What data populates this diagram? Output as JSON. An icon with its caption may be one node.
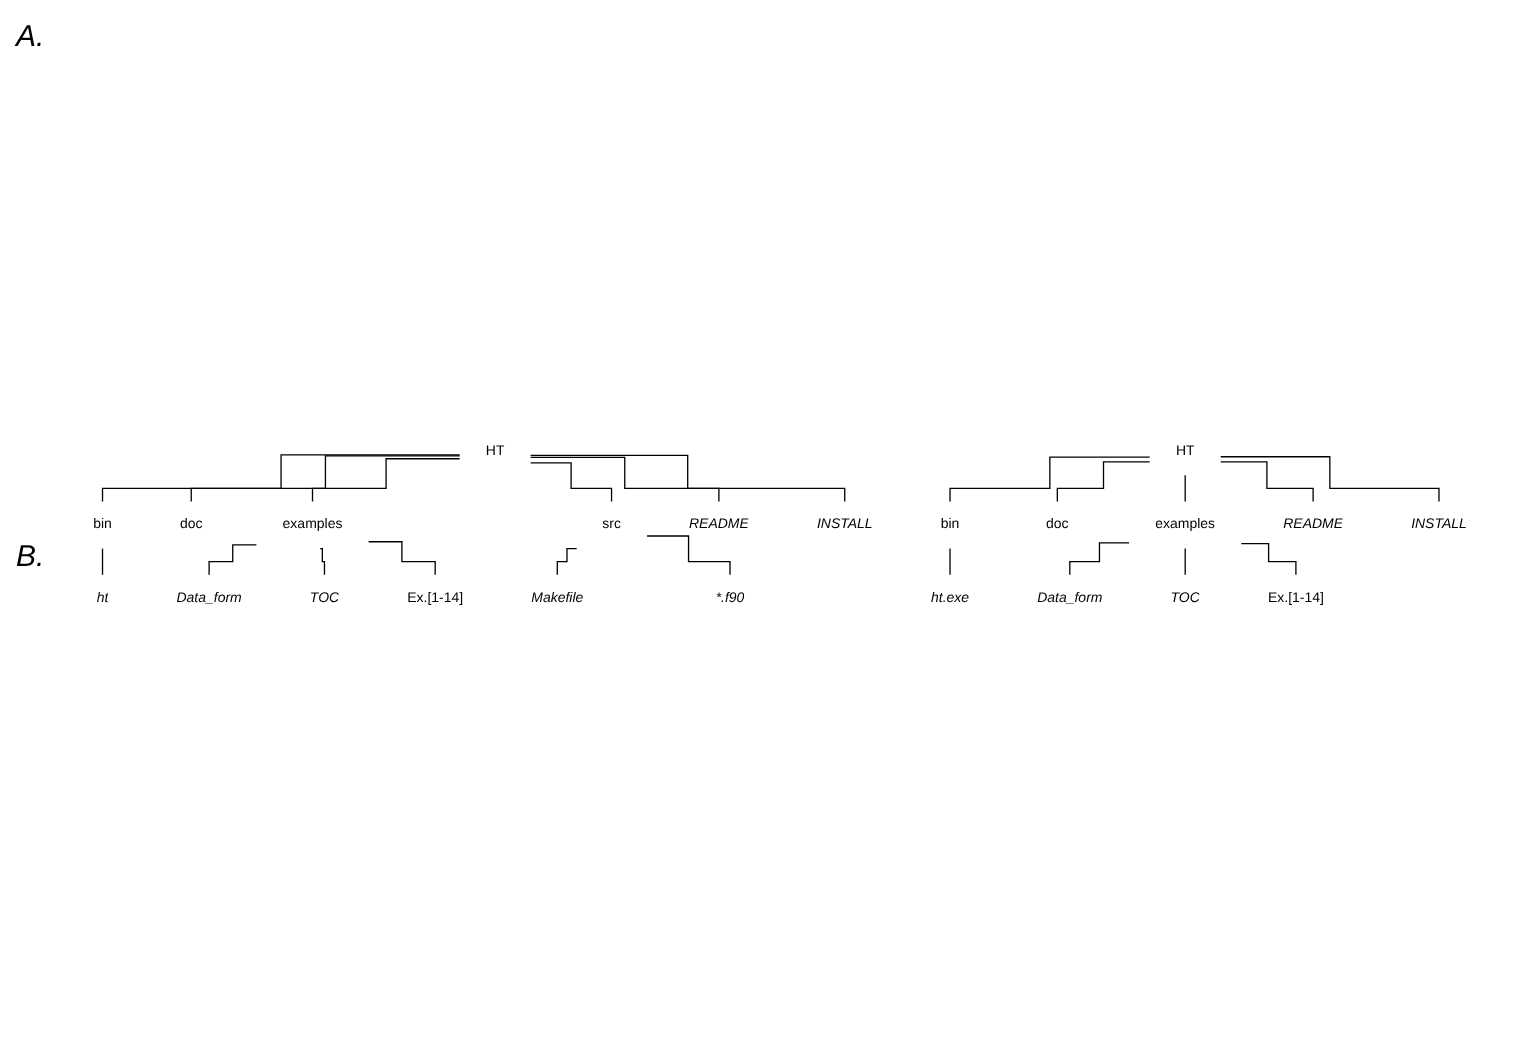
{
  "diagram": {
    "nodes": [
      {
        "text": [
          "HT"
        ]
      },
      {
        "text": [
          "bin"
        ]
      },
      {
        "text": [
          "doc"
        ]
      },
      {
        "text": [
          "examples"
        ]
      },
      {
        "text": [
          "src"
        ]
      },
      {
        "text": [
          "README"
        ]
      },
      {
        "text": [
          "INSTALL"
        ]
      },
      {
        "text": [
          "ht"
        ]
      },
      {
        "text": [
          "Data_form"
        ]
      },
      {
        "text": [
          "TOC"
        ]
      },
      {
        "text": [
          "Ex.[1-14]"
        ]
      },
      {
        "text": [
          "Makefile"
        ]
      },
      {
        "text": [
          "*.f90"
        ]
      },
      {
        "text": [
          "HT"
        ]
      },
      {
        "text": [
          "bin"
        ]
      },
      {
        "text": [
          "doc"
        ]
      },
      {
        "text": [
          "examples"
        ]
      },
      {
        "text": [
          "README"
        ]
      },
      {
        "text": [
          "INSTALL"
        ]
      },
      {
        "text": [
          "ht.exe"
        ]
      },
      {
        "text": [
          "Data_form"
        ]
      },
      {
        "text": [
          "TOC"
        ]
      },
      {
        "text": [
          "Ex.[1-14]"
        ]
      }
    ],
    "edges": [
      {
        "from": 0,
        "to": 1,
        "arrow": "none"
      },
      {
        "from": 0,
        "to": 2,
        "arrow": "none"
      },
      {
        "from": 0,
        "to": 3,
        "arrow": "none"
      },
      {
        "from": 0,
        "to": 4,
        "arrow": "none"
      },
      {
        "from": 0,
        "to": 5,
        "arrow": "none"
      },
      {
        "from": 0,
        "to": 6,
        "arrow": "none"
      },
      {
        "from": 1,
        "to": 7,
        "arrow": "none"
      },
      {
        "from": 3,
        "to": 8,
        "arrow": "none"
      },
      {
        "from": 3,
        "to": 9,
        "arrow": "none"
      },
      {
        "from": 3,
        "to": 10,
        "arrow": "none"
      },
      {
        "from": 4,
        "to": 11,
        "arrow": "none"
      },
      {
        "from": 4,
        "to": 12,
        "arrow": "none"
      },
      {
        "from": 13,
        "to": 14,
        "arrow": "none"
      },
      {
        "from": 13,
        "to": 15,
        "arrow": "none"
      },
      {
        "from": 13,
        "to": 16,
        "arrow": "none"
      },
      {
        "from": 13,
        "to": 17,
        "arrow": "none"
      },
      {
        "from": 13,
        "to": 18,
        "arrow": "none"
      },
      {
        "from": 14,
        "to": 19,
        "arrow": "none"
      },
      {
        "from": 16,
        "to": 20,
        "arrow": "none"
      },
      {
        "from": 16,
        "to": 21,
        "arrow": "none"
      },
      {
        "from": 16,
        "to": 22,
        "arrow": "none"
      }
    ],
    "labels": [
      "A.",
      "B."
    ]
  }
}
